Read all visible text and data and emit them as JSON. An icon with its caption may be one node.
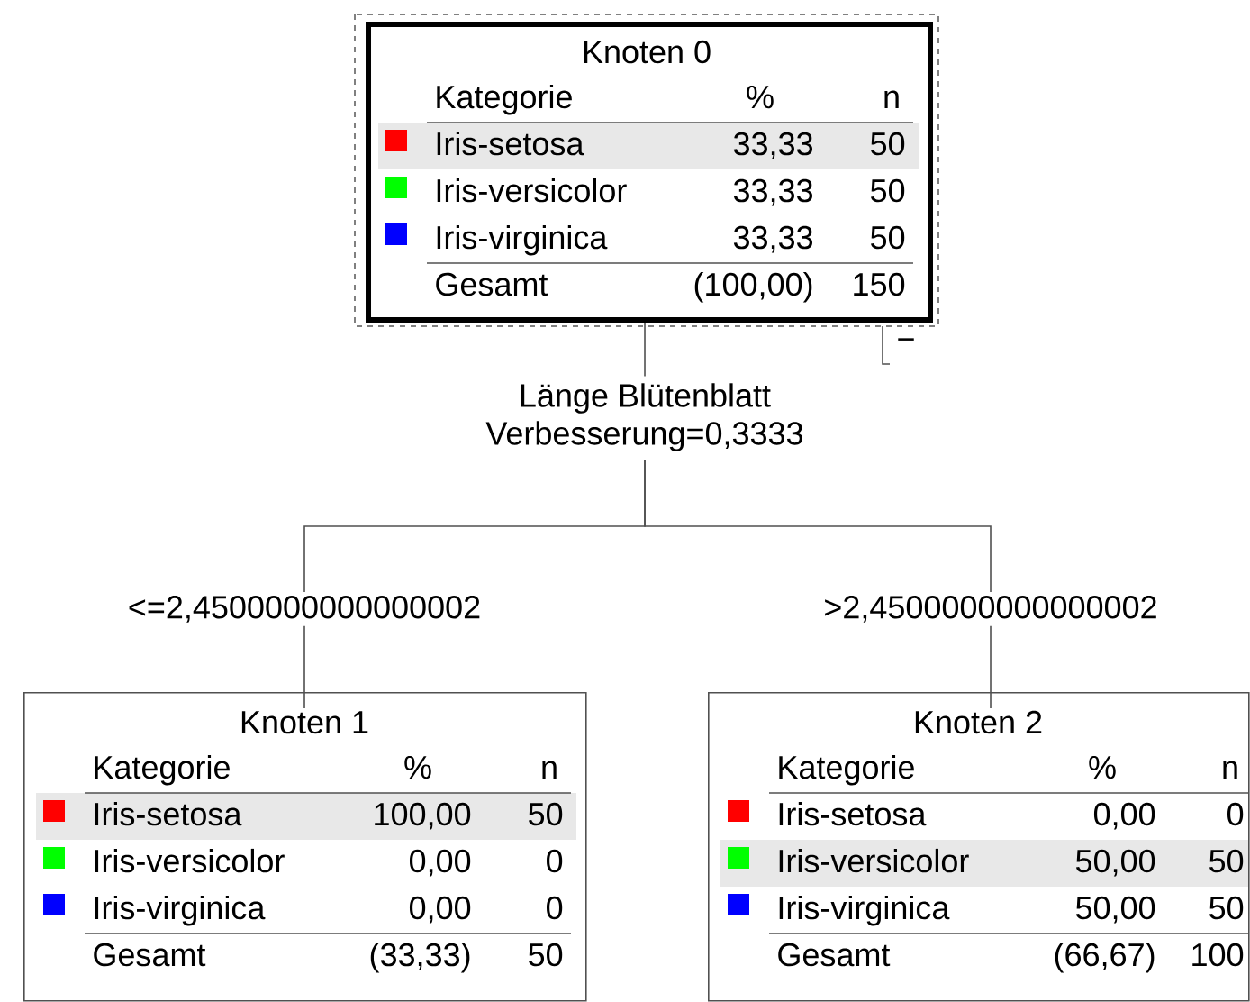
{
  "diagram": {
    "nodes": [
      {
        "text": [
          "Knoten 0",
          "Kategorie",
          "%",
          "n",
          "Iris-setosa",
          "33,33",
          "50",
          "Iris-versicolor",
          "33,33",
          "50",
          "Iris-virginica",
          "33,33",
          "50",
          "Gesamt",
          "(100,00)",
          "150"
        ],
        "beside": [
          "−"
        ]
      },
      {
        "text": [
          "Knoten 1",
          "Kategorie",
          "%",
          "n",
          "Iris-setosa",
          "100,00",
          "50",
          "Iris-versicolor",
          "0,00",
          "0",
          "Iris-virginica",
          "0,00",
          "0",
          "Gesamt",
          "(33,33)",
          "50"
        ]
      },
      {
        "text": [
          "Knoten 2",
          "Kategorie",
          "%",
          "n",
          "Iris-setosa",
          "0,00",
          "0",
          "Iris-versicolor",
          "50,00",
          "50",
          "Iris-virginica",
          "50,00",
          "50",
          "Gesamt",
          "(66,67)",
          "100"
        ]
      },
      {
        "text": [
          "Länge Blütenblatt",
          "Verbesserung=0,3333"
        ]
      }
    ],
    "edges": [
      {
        "from": 0,
        "to": 3,
        "arrow": "none"
      },
      {
        "from": 3,
        "to": 1,
        "arrow": "none",
        "label": "<=2,4500000000000002"
      },
      {
        "from": 3,
        "to": 2,
        "arrow": "none",
        "label": ">2,4500000000000002"
      }
    ]
  }
}
